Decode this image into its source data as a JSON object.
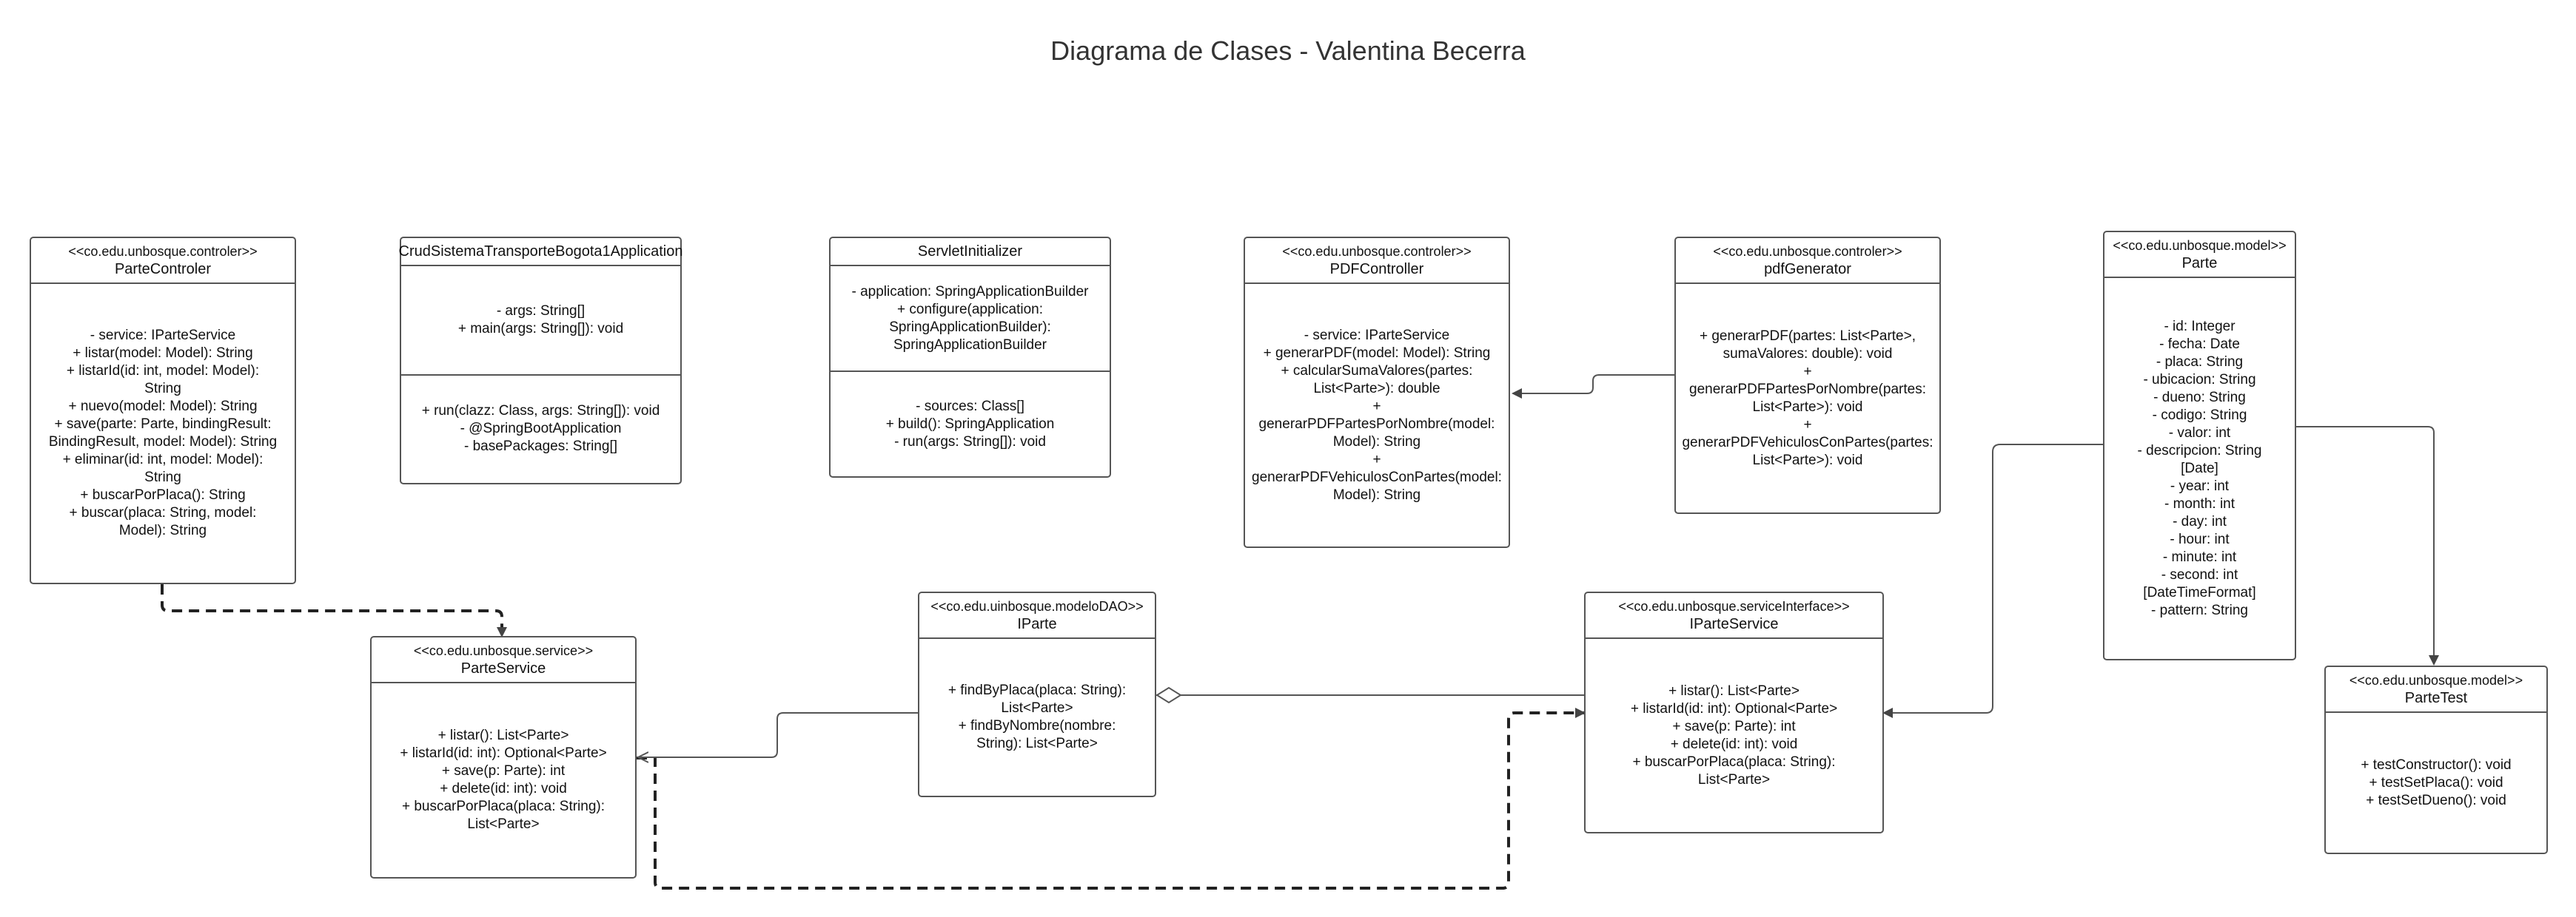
{
  "title": "Diagrama de Clases - Valentina Becerra",
  "classes": {
    "parte_controler": {
      "stereotype": "<<co.edu.unbosque.controler>>",
      "name": "ParteControler",
      "sections": [
        [
          "- service: IParteService",
          "+ listar(model: Model): String",
          "+ listarId(id: int, model: Model):\nString",
          "+ nuevo(model: Model): String",
          "+ save(parte: Parte, bindingResult:\nBindingResult, model: Model): String",
          "+ eliminar(id: int, model: Model):\nString",
          "+ buscarPorPlaca(): String",
          "+ buscar(placa: String, model:\nModel): String"
        ]
      ]
    },
    "crud_app": {
      "stereotype": "",
      "name": "CrudSistemaTransporteBogota1Application",
      "sections": [
        [
          "- args: String[]",
          "+ main(args: String[]): void"
        ],
        [
          "+ run(clazz: Class, args: String[]): void",
          "- @SpringBootApplication",
          "- basePackages: String[]"
        ]
      ]
    },
    "servlet_initializer": {
      "stereotype": "",
      "name": "ServletInitializer",
      "sections": [
        [
          "- application: SpringApplicationBuilder",
          "+ configure(application:\nSpringApplicationBuilder):\nSpringApplicationBuilder"
        ],
        [
          "- sources: Class[]",
          "+ build(): SpringApplication",
          "- run(args: String[]): void"
        ]
      ]
    },
    "pdf_controller": {
      "stereotype": "<<co.edu.unbosque.controler>>",
      "name": "PDFController",
      "sections": [
        [
          "- service: IParteService",
          "+ generarPDF(model: Model): String",
          "+ calcularSumaValores(partes:\nList<Parte>): double",
          "+\ngenerarPDFPartesPorNombre(model:\nModel): String",
          "+\ngenerarPDFVehiculosConPartes(model:\nModel): String"
        ]
      ]
    },
    "pdf_generator": {
      "stereotype": "<<co.edu.unbosque.controler>>",
      "name": "pdfGenerator",
      "sections": [
        [
          "+ generarPDF(partes: List<Parte>,\nsumaValores: double): void",
          "+\ngenerarPDFPartesPorNombre(partes:\nList<Parte>): void",
          "+\ngenerarPDFVehiculosConPartes(partes:\nList<Parte>): void"
        ]
      ]
    },
    "parte": {
      "stereotype": "<<co.edu.unbosque.model>>",
      "name": "Parte",
      "sections": [
        [
          "- id: Integer",
          "- fecha: Date",
          "- placa: String",
          "- ubicacion: String",
          "- dueno: String",
          "- codigo: String",
          "- valor: int",
          "- descripcion: String",
          " ",
          "[Date]",
          "- year: int",
          "- month: int",
          "- day: int",
          "- hour: int",
          "- minute: int",
          "- second: int",
          " ",
          "[DateTimeFormat]",
          "- pattern: String"
        ]
      ]
    },
    "parte_service": {
      "stereotype": "<<co.edu.unbosque.service>>",
      "name": "ParteService",
      "sections": [
        [
          "+ listar(): List<Parte>",
          "+ listarId(id: int): Optional<Parte>",
          "+ save(p: Parte): int",
          "+ delete(id: int): void",
          "+ buscarPorPlaca(placa: String):\nList<Parte>"
        ]
      ]
    },
    "iparte": {
      "stereotype": "<<co.edu.uinbosque.modeloDAO>>",
      "name": "IParte",
      "sections": [
        [
          "+ findByPlaca(placa: String):\nList<Parte>",
          "+ findByNombre(nombre:\nString): List<Parte>"
        ]
      ]
    },
    "iparte_service": {
      "stereotype": "<<co.edu.unbosque.serviceInterface>>",
      "name": "IParteService",
      "sections": [
        [
          "+ listar(): List<Parte>",
          "+ listarId(id: int): Optional<Parte>",
          "+ save(p: Parte): int",
          "+ delete(id: int): void",
          "+ buscarPorPlaca(placa: String):\nList<Parte>"
        ]
      ]
    },
    "parte_test": {
      "stereotype": "<<co.edu.unbosque.model>>",
      "name": "ParteTest",
      "sections": [
        [
          "+ testConstructor(): void",
          "+ testSetPlaca(): void",
          "+ testSetDueno(): void"
        ]
      ]
    }
  }
}
